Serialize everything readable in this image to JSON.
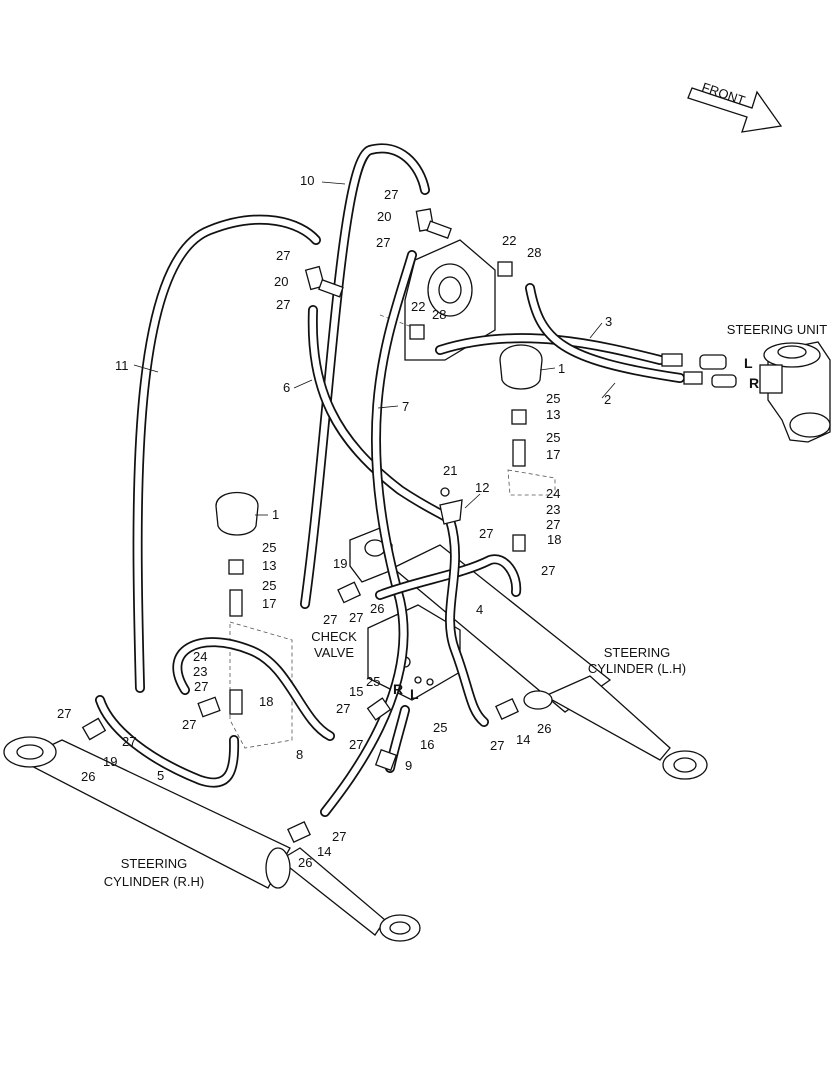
{
  "front_label": "FRONT",
  "labels": {
    "steering_unit": "STEERING UNIT",
    "check_valve_line1": "CHECK",
    "check_valve_line2": "VALVE",
    "cyl_lh_line1": "STEERING",
    "cyl_lh_line2": "CYLINDER (L.H)",
    "cyl_rh_line1": "STEERING",
    "cyl_rh_line2": "CYLINDER (R.H)"
  },
  "port_marks": {
    "unit_l": "L",
    "unit_r": "R",
    "valve_r": "R",
    "valve_l": "L"
  },
  "callouts": [
    "1",
    "1",
    "2",
    "3",
    "4",
    "5",
    "6",
    "7",
    "8",
    "9",
    "10",
    "11",
    "12",
    "13",
    "13",
    "14",
    "14",
    "15",
    "16",
    "17",
    "17",
    "18",
    "18",
    "19",
    "19",
    "20",
    "20",
    "21",
    "22",
    "22",
    "23",
    "23",
    "24",
    "24",
    "25",
    "25",
    "25",
    "25",
    "25",
    "25",
    "26",
    "26",
    "26",
    "26",
    "27",
    "27",
    "27",
    "27",
    "27",
    "27",
    "27",
    "27",
    "27",
    "27",
    "27",
    "27",
    "27",
    "27",
    "27",
    "27",
    "27",
    "28",
    "28"
  ]
}
